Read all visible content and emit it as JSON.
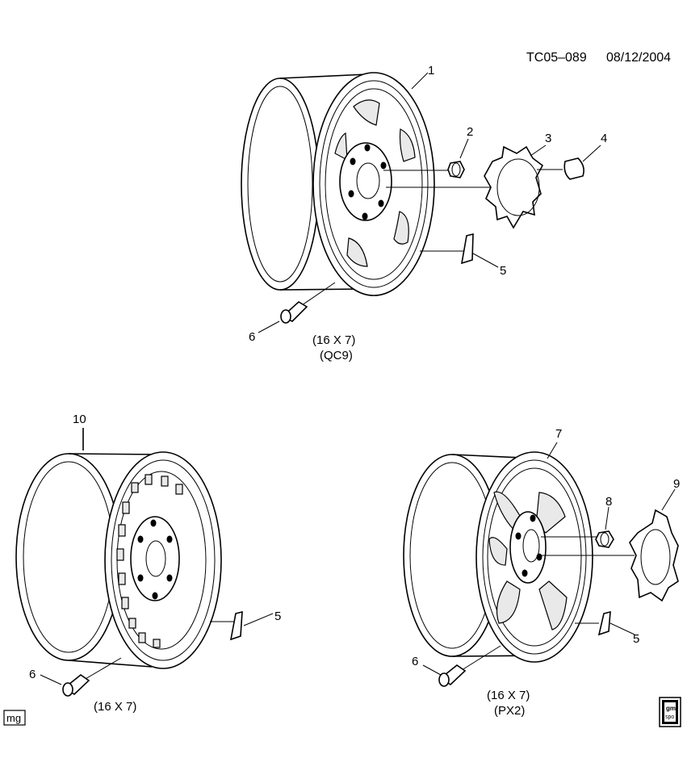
{
  "header": {
    "drawing_id": "TC05–089",
    "date": "08/12/2004"
  },
  "callouts": {
    "c1": "1",
    "c2": "2",
    "c3": "3",
    "c4": "4",
    "c5a": "5",
    "c5b": "5",
    "c5c": "5",
    "c6a": "6",
    "c6b": "6",
    "c6c": "6",
    "c7": "7",
    "c8": "8",
    "c9": "9",
    "c10": "10"
  },
  "captions": {
    "top_size": "(16 X 7)",
    "top_option": "(QC9)",
    "left_size": "(16 X 7)",
    "right_size": "(16 X 7)",
    "right_option": "(PX2)"
  },
  "corner_tags": {
    "left": "mg",
    "right_top": "gm",
    "right_bottom": "spo"
  }
}
